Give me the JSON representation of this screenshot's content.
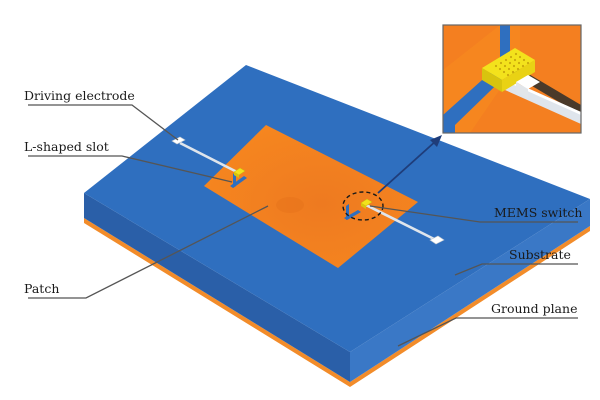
{
  "labels": {
    "driving_electrode": "Driving electrode",
    "l_shaped_slot": "L-shaped slot",
    "patch": "Patch",
    "mems_switch": "MEMS switch",
    "substrate": "Substrate",
    "ground_plane": "Ground plane"
  },
  "colors": {
    "substrate_top": "#2f6fbf",
    "substrate_side_front": "#2a5fa8",
    "substrate_side_right": "#3a78c6",
    "patch": "#f47f20",
    "ground_plane": "#f28c2a",
    "switch": "#f3e21c",
    "slot": "#2f6fbf",
    "electrode_line": "#cfd6df",
    "arrow": "#1f3d7a"
  }
}
